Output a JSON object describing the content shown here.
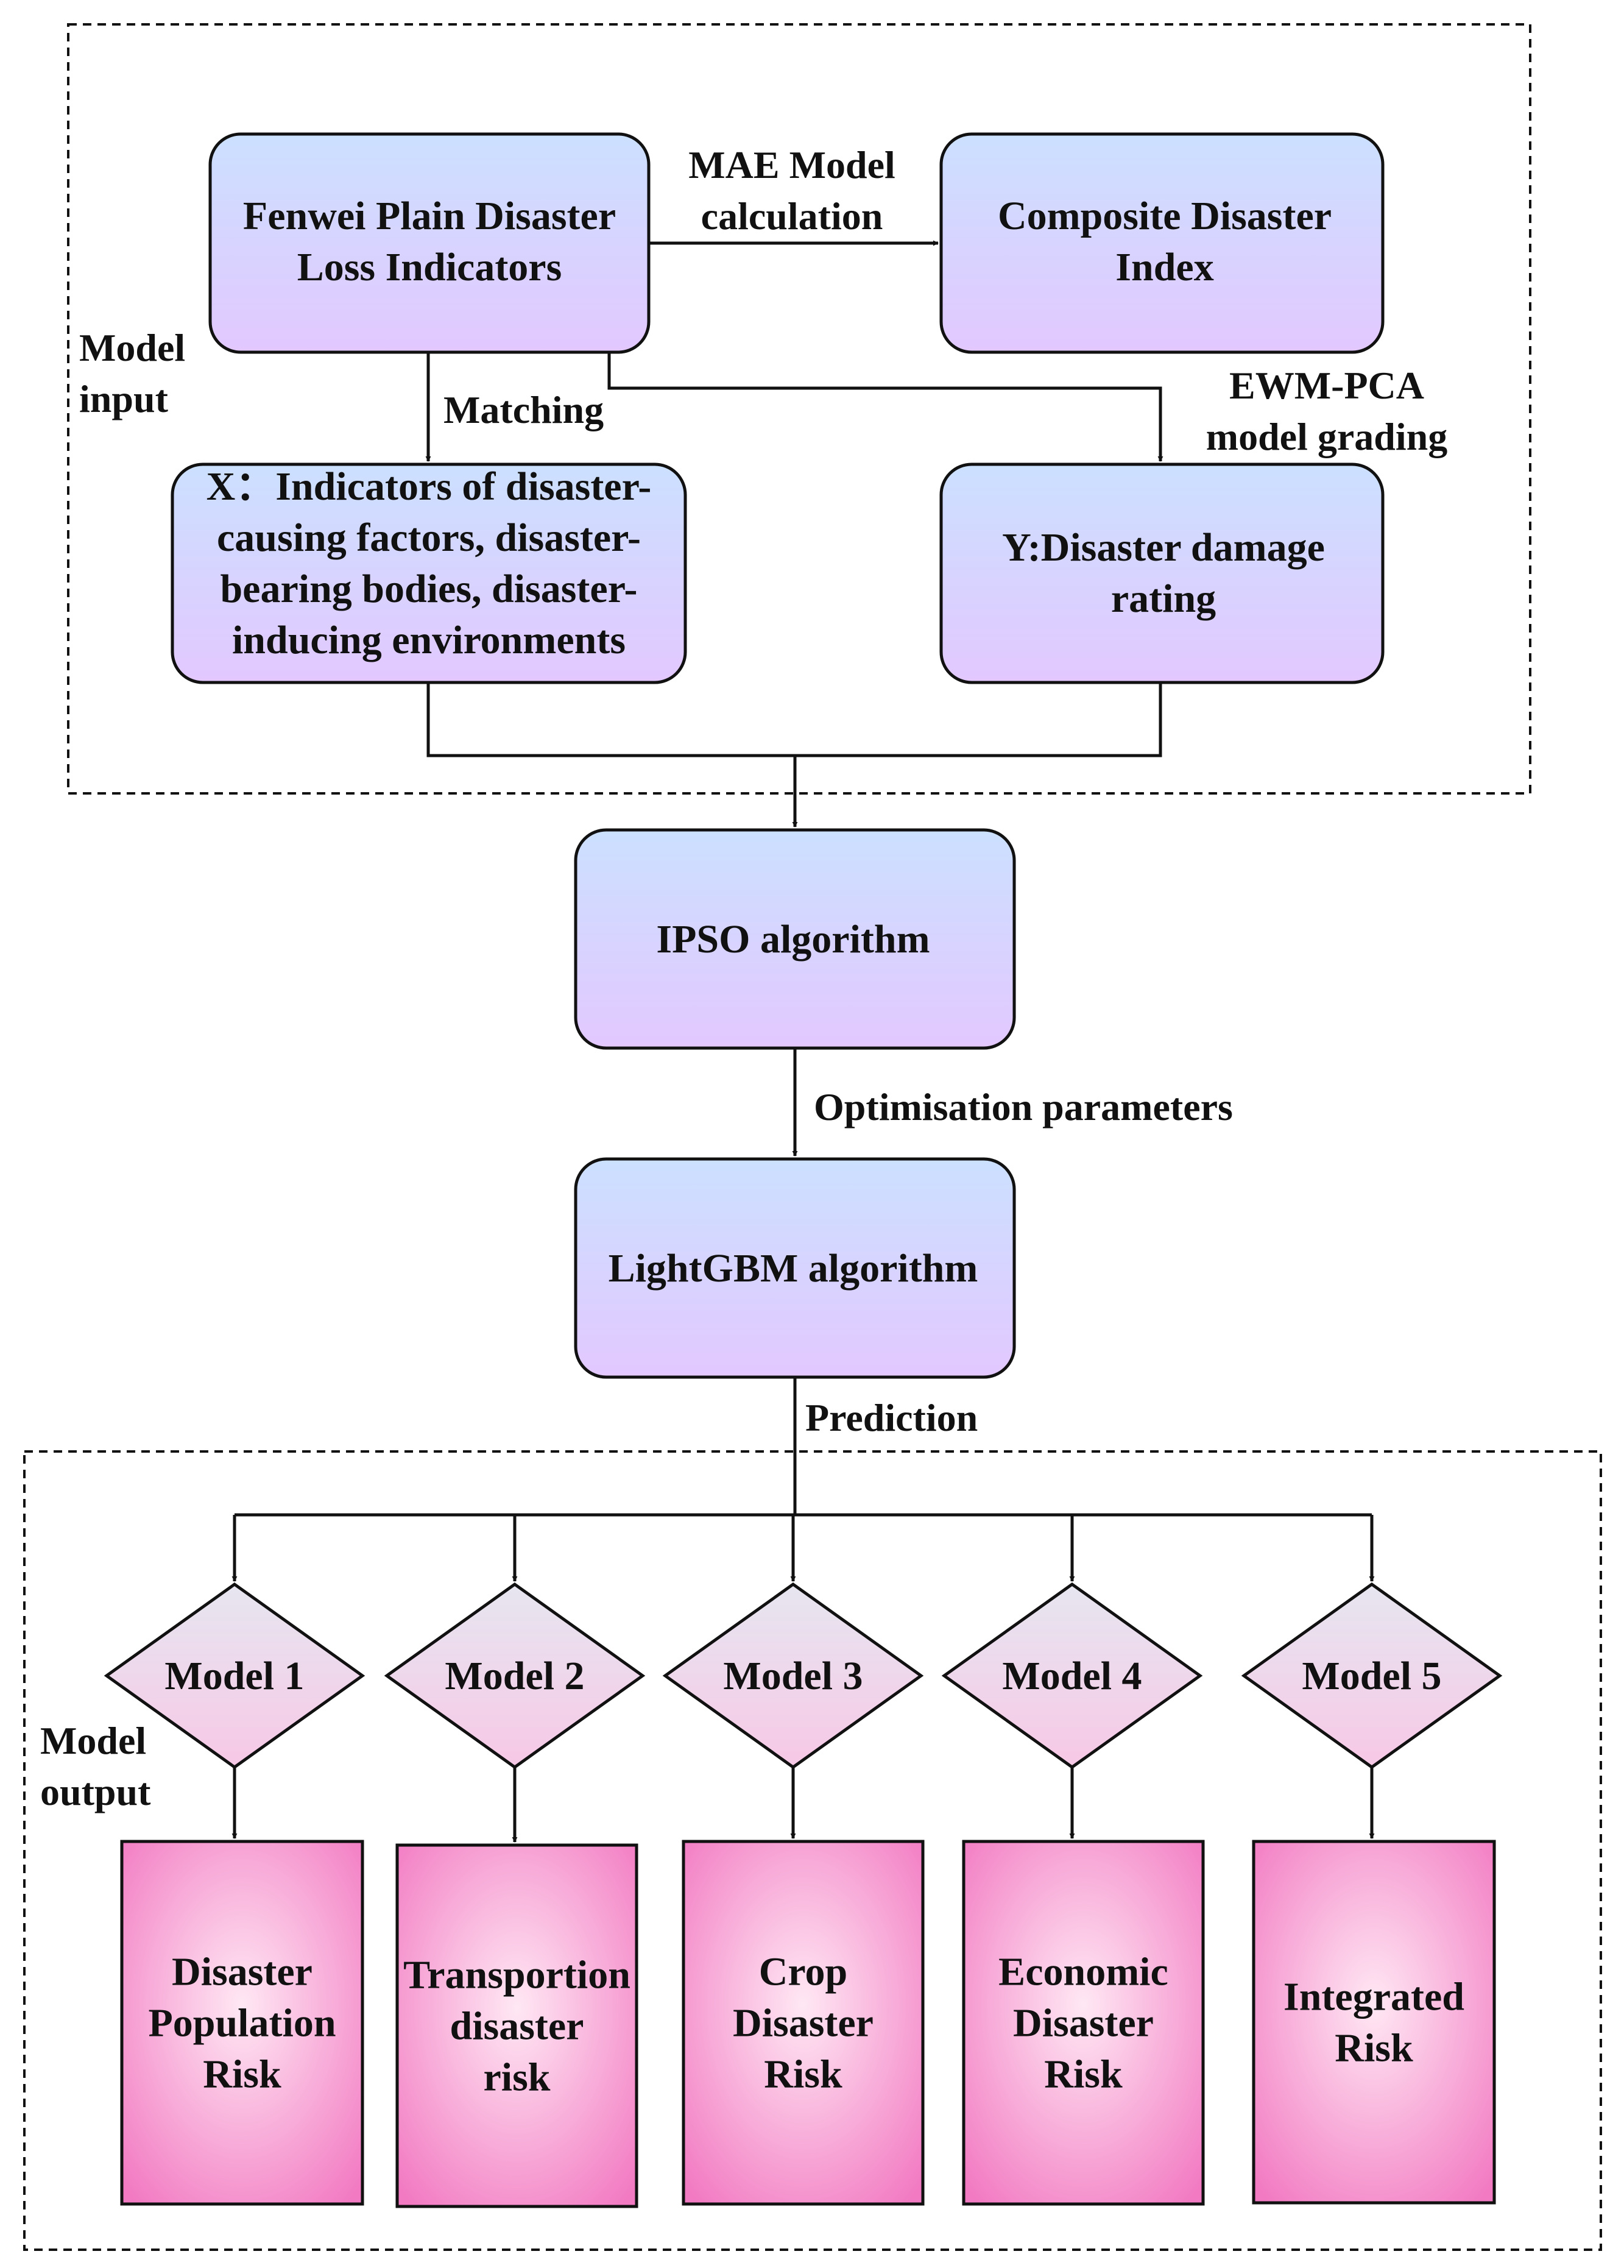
{
  "colors": {
    "box_top": "#cce0ff",
    "box_bottom": "#e2c8ff",
    "diamond_top": "#e6e6f0",
    "diamond_bottom": "#f7c8e6",
    "output_center": "#ffe8f4",
    "output_edge": "#f27ac2",
    "stroke": "#111111"
  },
  "input_section": {
    "label": "Model\ninput"
  },
  "output_section": {
    "label": "Model\noutput"
  },
  "nodes": {
    "loss_indicators": "Fenwei Plain Disaster\nLoss Indicators",
    "composite_index": "Composite Disaster\nIndex",
    "x_indicators": "X：Indicators of disaster-\ncausing factors, disaster-\nbearing bodies, disaster-\ninducing environments",
    "y_rating": "Y:Disaster damage\nrating",
    "ipso": "IPSO algorithm",
    "lightgbm": "LightGBM algorithm"
  },
  "edge_labels": {
    "mae": "MAE Model\ncalculation",
    "matching": "Matching",
    "ewm_pca": "EWM-PCA\nmodel grading",
    "optimisation": "Optimisation parameters",
    "prediction": "Prediction"
  },
  "models": [
    "Model 1",
    "Model 2",
    "Model 3",
    "Model 4",
    "Model 5"
  ],
  "outputs": [
    "Disaster\nPopulation\nRisk",
    "Transportion\ndisaster\nrisk",
    "Crop\nDisaster\nRisk",
    "Economic\nDisaster\nRisk",
    "Integrated\nRisk"
  ]
}
